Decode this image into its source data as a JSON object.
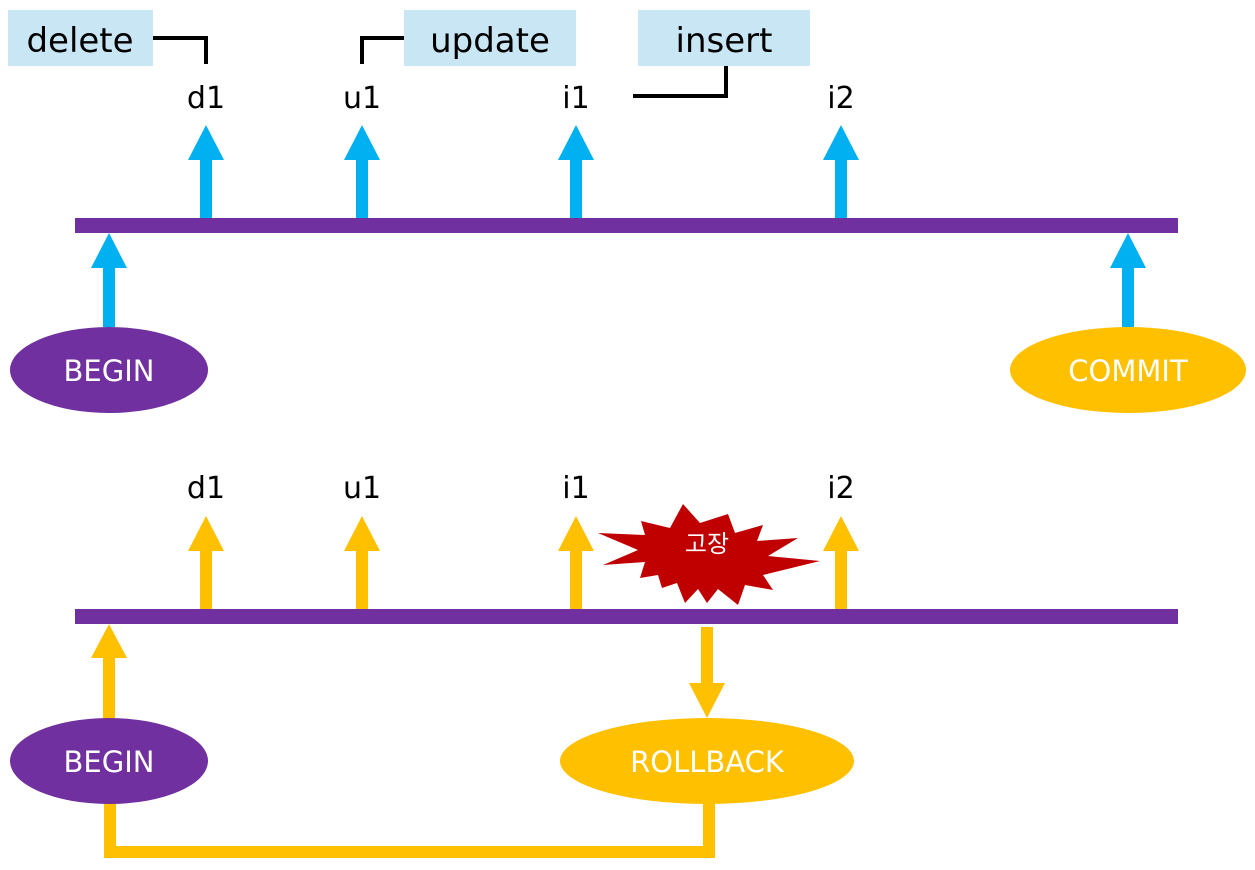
{
  "colors": {
    "timeline": "#7030A0",
    "arrow_commit": "#00B0F0",
    "arrow_rollback": "#FFC000",
    "begin_node": "#7030A0",
    "end_node": "#FFC000",
    "label_box": "#C9E6F5",
    "fault": "#C00000",
    "connector": "#000000"
  },
  "operations": {
    "delete": "delete",
    "update": "update",
    "insert": "insert"
  },
  "commit_flow": {
    "steps": [
      "d1",
      "u1",
      "i1",
      "i2"
    ],
    "begin": "BEGIN",
    "end": "COMMIT"
  },
  "rollback_flow": {
    "steps": [
      "d1",
      "u1",
      "i1",
      "i2"
    ],
    "begin": "BEGIN",
    "fault": "고장",
    "end": "ROLLBACK"
  }
}
